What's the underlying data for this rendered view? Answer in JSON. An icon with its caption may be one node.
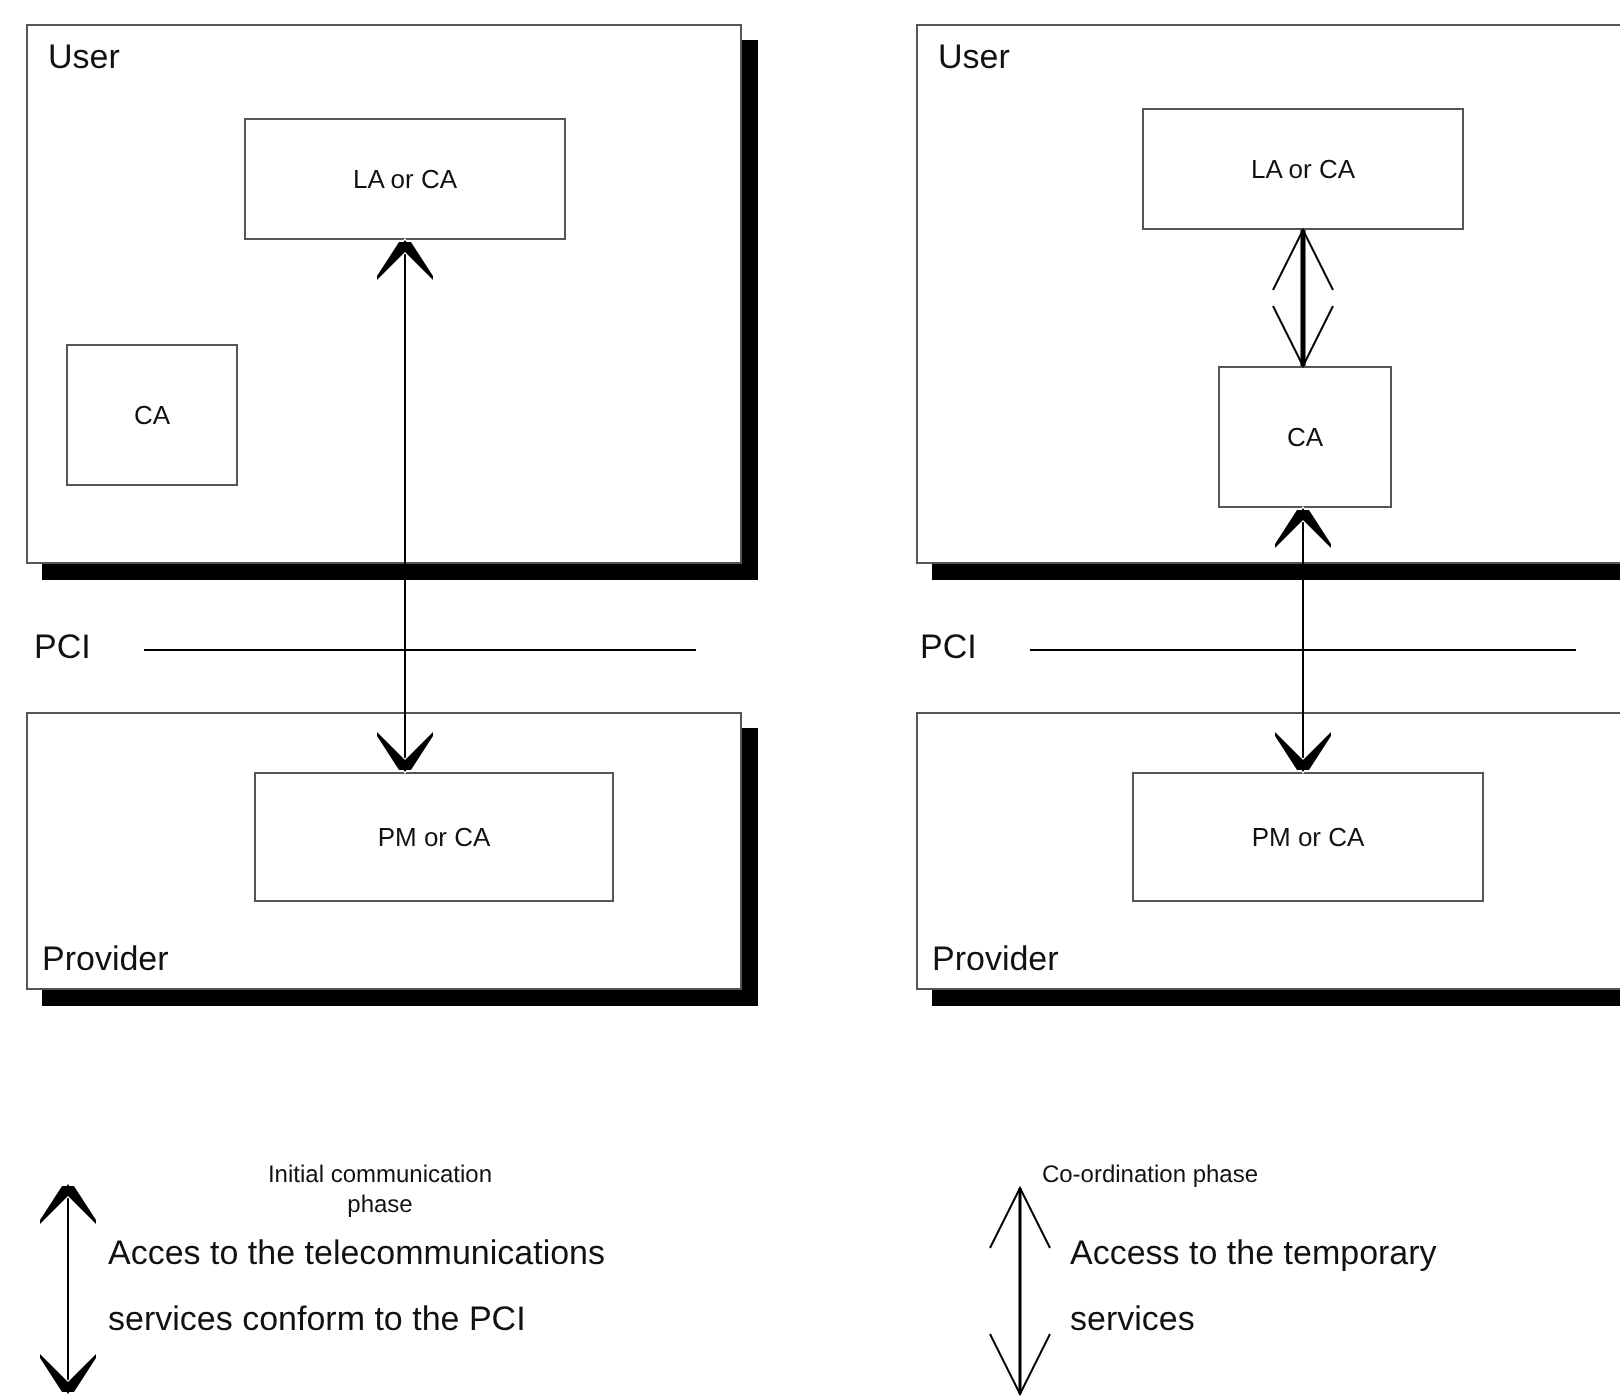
{
  "diagram": {
    "nodes": [
      {
        "text": [
          "User"
        ]
      },
      {
        "text": [
          "LA or CA"
        ],
        "in": 0
      },
      {
        "text": [
          "CA"
        ],
        "in": 0
      },
      {
        "text": [
          "Provider"
        ]
      },
      {
        "text": [
          "PM or CA"
        ],
        "in": 3
      },
      {
        "text": [
          "User"
        ]
      },
      {
        "text": [
          "LA or CA"
        ],
        "in": 5
      },
      {
        "text": [
          "CA"
        ],
        "in": 5
      },
      {
        "text": [
          "Provider"
        ]
      },
      {
        "text": [
          "PM or CA"
        ],
        "in": 8
      }
    ],
    "edges": [
      {
        "from": 1,
        "to": 4,
        "arrow": "both"
      },
      {
        "from": 6,
        "to": 7,
        "arrow": "both",
        "style": "thick"
      },
      {
        "from": 7,
        "to": 9,
        "arrow": "both"
      }
    ],
    "labels": [
      "PCI",
      "PCI",
      "Initial communication phase",
      "Co-ordination phase"
    ],
    "legend": [
      {
        "text": "Acces to the telecommunications services conform to the PCI"
      },
      {
        "text": "Access to the temporary services"
      }
    ]
  }
}
